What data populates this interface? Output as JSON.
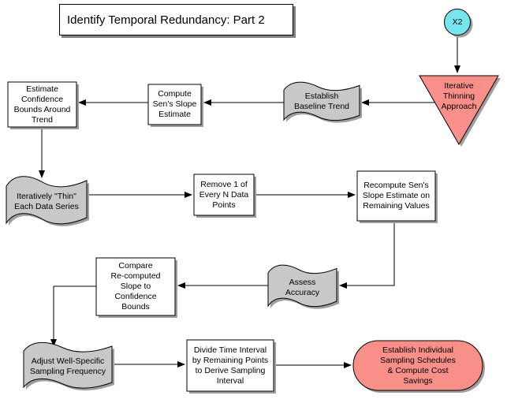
{
  "title": "Identify Temporal Redundancy: Part 2",
  "colors": {
    "node_gray": "#c8c8c8",
    "node_salmon": "#fa8a84",
    "node_cyan": "#76e7ee",
    "shape_border": "#000000",
    "shadow": "#9e9e9e",
    "connector": "#000000",
    "background": "#ffffff"
  },
  "nodes": {
    "x2_connector": {
      "shape": "circle",
      "label": "X2"
    },
    "iterative_thinning": {
      "shape": "triangle",
      "label": "Iterative\nThinning\nApproach"
    },
    "establish_baseline": {
      "shape": "wave",
      "label": "Establish\nBaseline Trend"
    },
    "compute_sens_slope": {
      "shape": "rect",
      "label": "Compute\nSen's Slope\nEstimate"
    },
    "estimate_confidence": {
      "shape": "rect",
      "label": "Estimate\nConfidence\nBounds Around\nTrend"
    },
    "iteratively_thin": {
      "shape": "wave",
      "label": "Iteratively \"Thin\"\nEach Data Series"
    },
    "remove_points": {
      "shape": "rect",
      "label": "Remove 1 of\nEvery N Data\nPoints"
    },
    "recompute_sens": {
      "shape": "rect",
      "label": "Recompute Sen's\nSlope Estimate on\nRemaining Values"
    },
    "assess_accuracy": {
      "shape": "wave",
      "label": "Assess\nAccuracy"
    },
    "compare_slope": {
      "shape": "rect",
      "label": "Compare\nRe-computed\nSlope to\nConfidence\nBounds"
    },
    "adjust_frequency": {
      "shape": "wave",
      "label": "Adjust Well-Specific\nSampling Frequency"
    },
    "divide_interval": {
      "shape": "rect",
      "label": "Divide Time Interval\nby Remaining Points\nto Derive Sampling\nInterval"
    },
    "establish_schedules": {
      "shape": "stadium",
      "label": "Establish Individual\nSampling Schedules\n& Compute Cost\nSavings"
    }
  }
}
